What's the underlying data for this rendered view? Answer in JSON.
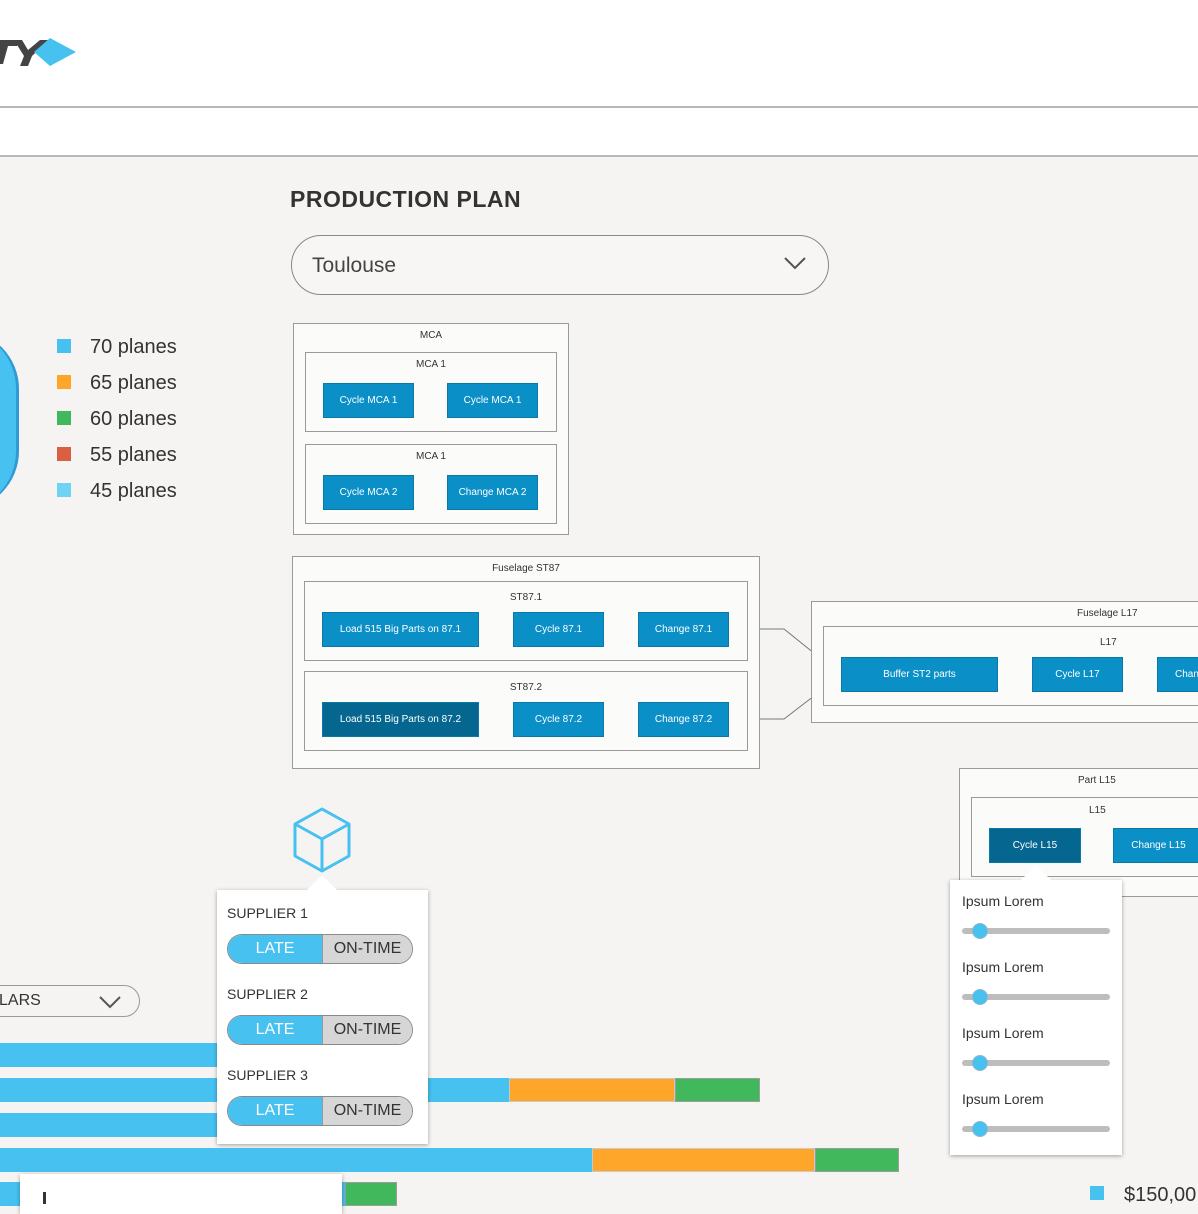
{
  "production_plan": {
    "title": "PRODUCTION PLAN",
    "site_selected": "Toulouse"
  },
  "legend": [
    {
      "label": "70 planes",
      "color": "#46c1f0"
    },
    {
      "label": "65 planes",
      "color": "#fea629"
    },
    {
      "label": "60 planes",
      "color": "#41b85c"
    },
    {
      "label": "55 planes",
      "color": "#d95f43"
    },
    {
      "label": "45 planes",
      "color": "#6fd3f5"
    }
  ],
  "flow": {
    "mca": {
      "title": "MCA",
      "sub1": {
        "title": "MCA 1",
        "nodes": [
          "Cycle MCA 1",
          "Cycle MCA 1"
        ]
      },
      "sub2": {
        "title": "MCA 1",
        "nodes": [
          "Cycle MCA 2",
          "Change MCA 2"
        ]
      }
    },
    "fuselage_st87": {
      "title": "Fuselage ST87",
      "sub1": {
        "title": "ST87.1",
        "nodes": [
          "Load 515 Big Parts on 87.1",
          "Cycle 87.1",
          "Change 87.1"
        ]
      },
      "sub2": {
        "title": "ST87.2",
        "nodes": [
          "Load 515 Big Parts on 87.2",
          "Cycle 87.2",
          "Change 87.2"
        ]
      }
    },
    "fuselage_l17": {
      "title": "Fuselage L17",
      "sub1": {
        "title": "L17",
        "nodes": [
          "Buffer ST2 parts",
          "Cycle L17",
          "Chan"
        ]
      }
    },
    "part_l15": {
      "title": "Part L15",
      "sub1": {
        "title": "L15",
        "nodes": [
          "Cycle L15",
          "Change L15"
        ]
      }
    }
  },
  "suppliers": {
    "items": [
      {
        "label": "SUPPLIER 1",
        "late": "LATE",
        "ontime": "ON-TIME"
      },
      {
        "label": "SUPPLIER 2",
        "late": "LATE",
        "ontime": "ON-TIME"
      },
      {
        "label": "SUPPLIER 3",
        "late": "LATE",
        "ontime": "ON-TIME"
      }
    ]
  },
  "sliders": {
    "items": [
      {
        "label": "Ipsum Lorem",
        "value": 0.19
      },
      {
        "label": "Ipsum Lorem",
        "value": 0.19
      },
      {
        "label": "Ipsum Lorem",
        "value": 0.19
      },
      {
        "label": "Ipsum Lorem",
        "value": 0.19
      }
    ]
  },
  "bars_dropdown": {
    "label": "LARS"
  },
  "price_partial": "$150,00"
}
